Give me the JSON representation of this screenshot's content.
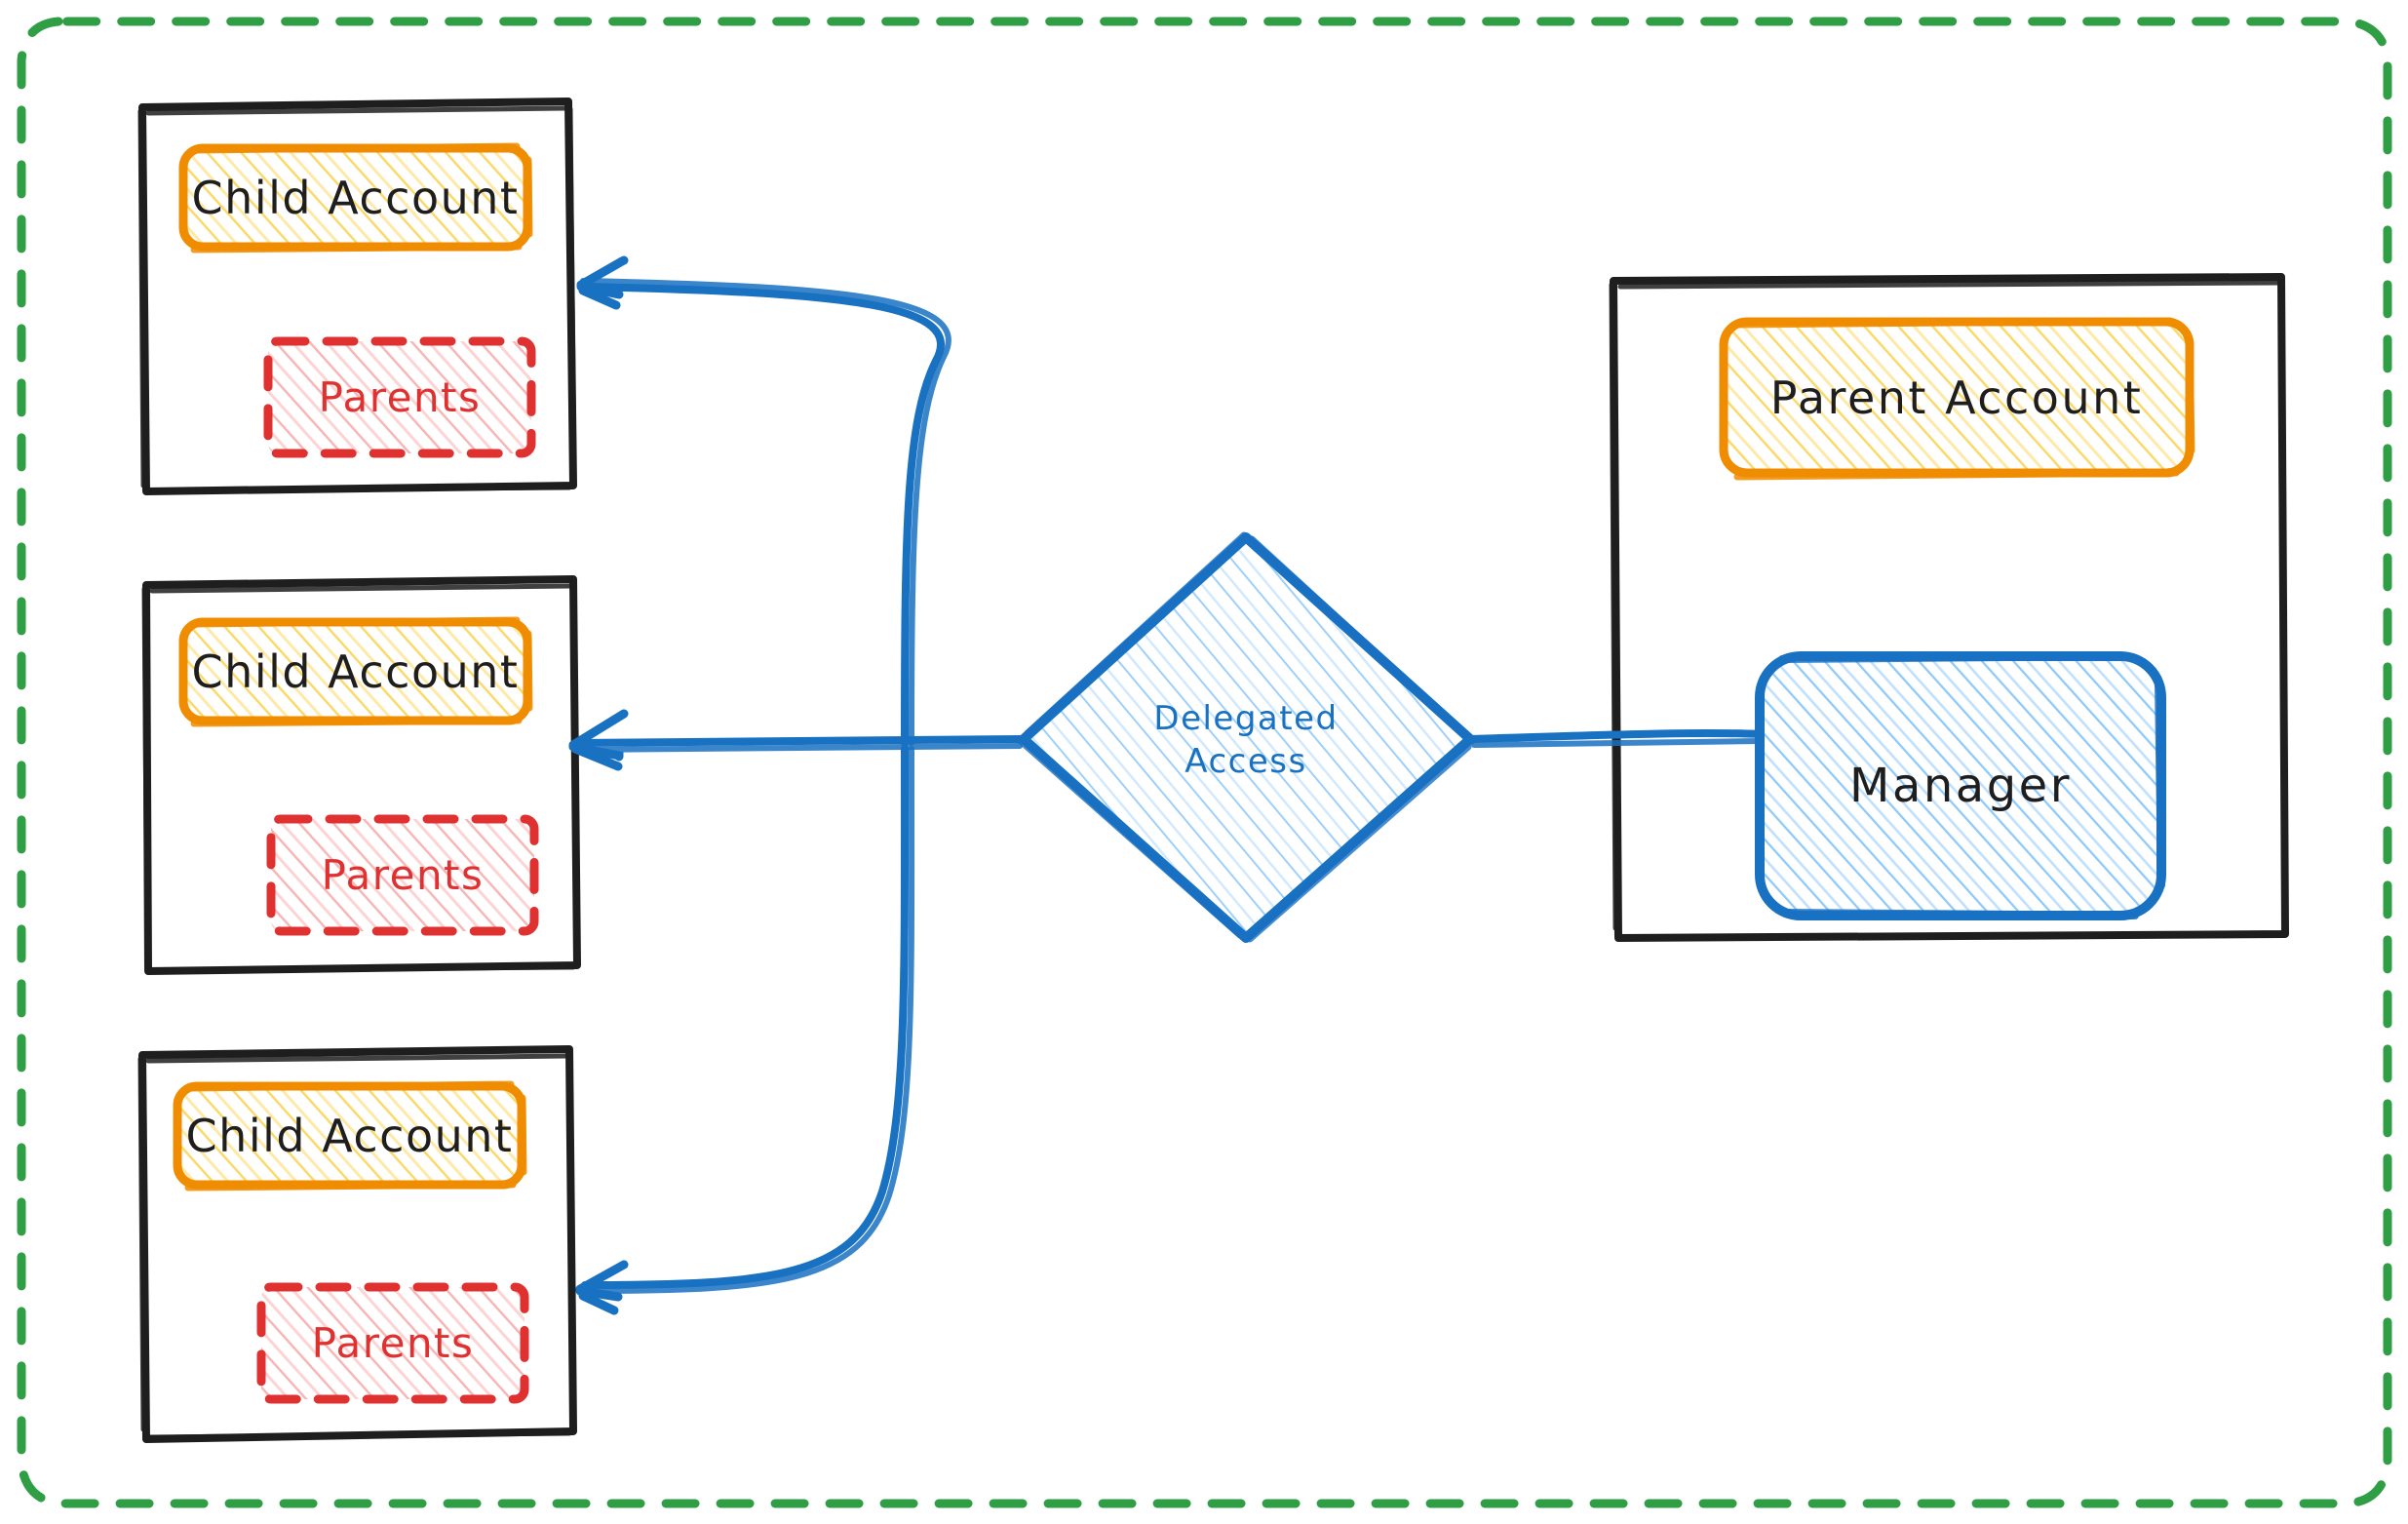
{
  "diagram": {
    "title": "Delegated Access",
    "type": "architecture-diagram",
    "style": "hand-drawn-sketch",
    "background": "#ffffff"
  },
  "colors": {
    "boundary_green": "#2f9e44",
    "container_black": "#1e1e1e",
    "account_orange": "#f08c00",
    "account_orange_fill": "#ffec99",
    "parents_red": "#e03131",
    "parents_red_fill": "#ffc9c9",
    "link_blue": "#1971c2",
    "link_blue_fill": "#a5d8ff"
  },
  "boundary": {
    "name": "organization-boundary",
    "stroke_style": "dashed",
    "color": "#2f9e44"
  },
  "child_panels": [
    {
      "account_label": "Child Account",
      "parents_label": "Parents"
    },
    {
      "account_label": "Child Account",
      "parents_label": "Parents"
    },
    {
      "account_label": "Child Account",
      "parents_label": "Parents"
    }
  ],
  "parent_panel": {
    "account_label": "Parent Account",
    "manager_label": "Manager"
  },
  "decision": {
    "label_line1": "Delegated",
    "label_line2": "Access",
    "shape": "diamond"
  },
  "connections": [
    {
      "from": "delegated-access",
      "to": "child-account-1",
      "arrow": true
    },
    {
      "from": "delegated-access",
      "to": "child-account-2",
      "arrow": true
    },
    {
      "from": "delegated-access",
      "to": "child-account-3",
      "arrow": true
    },
    {
      "from": "manager",
      "to": "delegated-access",
      "arrow": false
    }
  ]
}
